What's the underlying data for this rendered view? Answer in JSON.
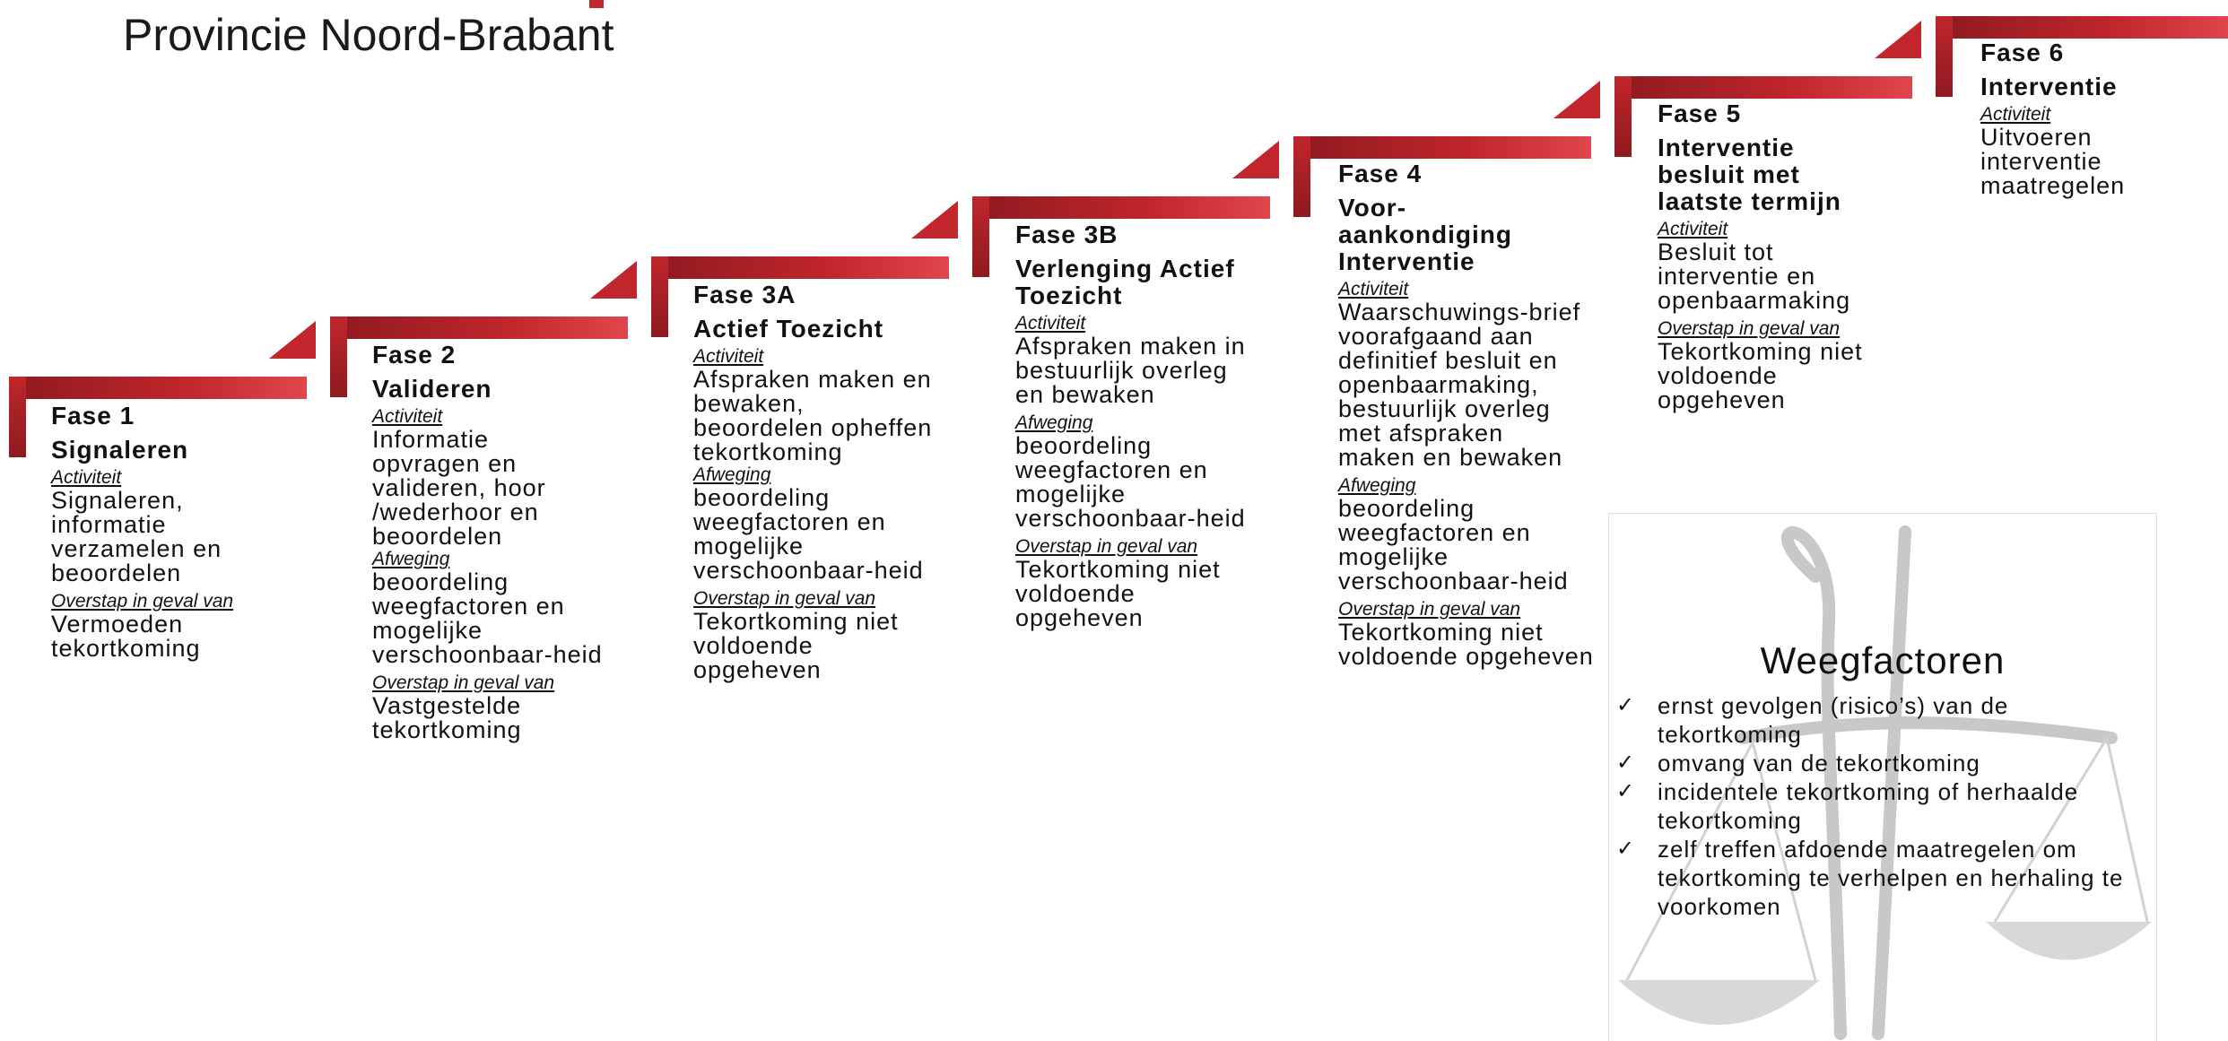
{
  "header": {
    "title": "Provincie Noord-Brabant"
  },
  "labels": {
    "activiteit": "Activiteit",
    "afweging": "Afweging",
    "overstap": "Overstap in geval van"
  },
  "colors": {
    "accent": "#c0262c",
    "accent_dark": "#8e1a1f",
    "accent_light": "#e0474d"
  },
  "phases": [
    {
      "num": "Fase 1",
      "name": "Signaleren",
      "activiteit": "Signaleren, informatie verzamelen en beoordelen",
      "overstap": "Vermoeden tekortkoming"
    },
    {
      "num": "Fase 2",
      "name": "Valideren",
      "activiteit": "Informatie opvragen en valideren, hoor /wederhoor en beoordelen",
      "afweging": "beoordeling weegfactoren en mogelijke verschoonbaar-heid",
      "overstap": "Vastgestelde tekortkoming"
    },
    {
      "num": "Fase 3A",
      "name": "Actief Toezicht",
      "activiteit": "Afspraken maken en bewaken, beoordelen opheffen tekortkoming",
      "afweging": "beoordeling weegfactoren en mogelijke verschoonbaar-heid",
      "overstap": "Tekortkoming niet voldoende opgeheven"
    },
    {
      "num": "Fase 3B",
      "name": "Verlenging Actief Toezicht",
      "activiteit": "Afspraken maken in bestuurlijk overleg en bewaken",
      "afweging": "beoordeling weegfactoren en mogelijke verschoonbaar-heid",
      "overstap": "Tekortkoming niet voldoende opgeheven"
    },
    {
      "num": "Fase 4",
      "name": "Voor-aankondiging Interventie",
      "activiteit": "Waarschuwings-brief voorafgaand aan definitief besluit en openbaarmaking, bestuurlijk overleg met afspraken maken en bewaken",
      "afweging": "beoordeling weegfactoren en mogelijke verschoonbaar-heid",
      "overstap": "Tekortkoming niet voldoende opgeheven"
    },
    {
      "num": "Fase 5",
      "name": "Interventie besluit met laatste termijn",
      "activiteit": "Besluit tot interventie en openbaarmaking",
      "overstap": "Tekortkoming niet voldoende opgeheven"
    },
    {
      "num": "Fase 6",
      "name": "Interventie",
      "activiteit": "Uitvoeren interventie maatregelen"
    }
  ],
  "weegfactoren": {
    "title": "Weegfactoren",
    "items": [
      "ernst gevolgen (risico’s) van de tekortkoming",
      "omvang van de tekortkoming",
      "incidentele tekortkoming of herhaalde tekortkoming",
      "zelf treffen afdoende maatregelen om tekortkoming te verhelpen en herhaling te voorkomen"
    ],
    "check_glyph": "✓",
    "background_icon": "scales-of-justice-icon"
  }
}
